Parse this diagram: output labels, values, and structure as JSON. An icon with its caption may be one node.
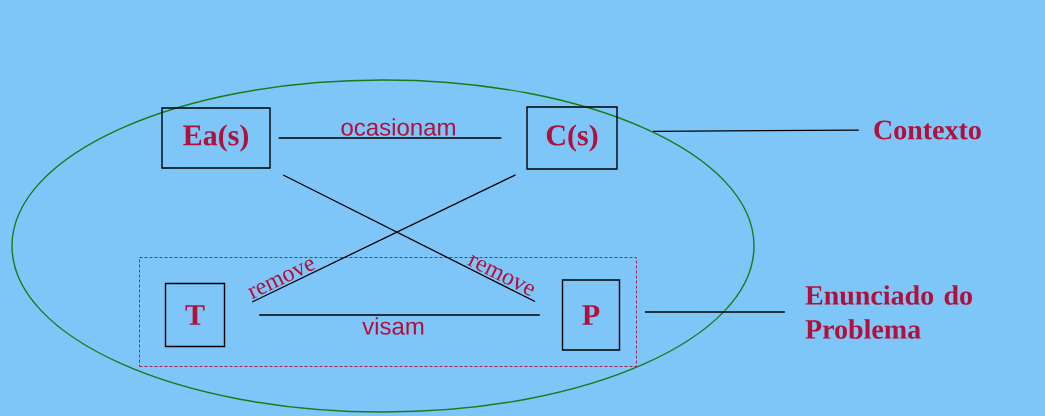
{
  "diagram": {
    "nodes": [
      {
        "text": [],
        "shape": "ellipse"
      },
      {
        "text": [
          "Ea(s)"
        ],
        "in": 0
      },
      {
        "text": [
          "C(s)"
        ],
        "in": 0
      },
      {
        "text": [],
        "shape": "box",
        "in": 0
      },
      {
        "text": [
          "T"
        ],
        "in": 3
      },
      {
        "text": [
          "P"
        ],
        "in": 3
      },
      {
        "text": [
          "Contexto"
        ]
      },
      {
        "text": [
          "Enunciado do Problema"
        ]
      }
    ],
    "edges": [
      {
        "from": 1,
        "to": 2,
        "arrow": "none",
        "label": "ocasionam"
      },
      {
        "from": 1,
        "to": 5,
        "arrow": "none",
        "label": "remove"
      },
      {
        "from": 2,
        "to": 4,
        "arrow": "none",
        "label": "remove"
      },
      {
        "from": 4,
        "to": 5,
        "arrow": "none",
        "label": "visam"
      },
      {
        "from": 0,
        "to": 6,
        "arrow": "none"
      },
      {
        "from": 3,
        "to": 7,
        "arrow": "none"
      }
    ]
  }
}
